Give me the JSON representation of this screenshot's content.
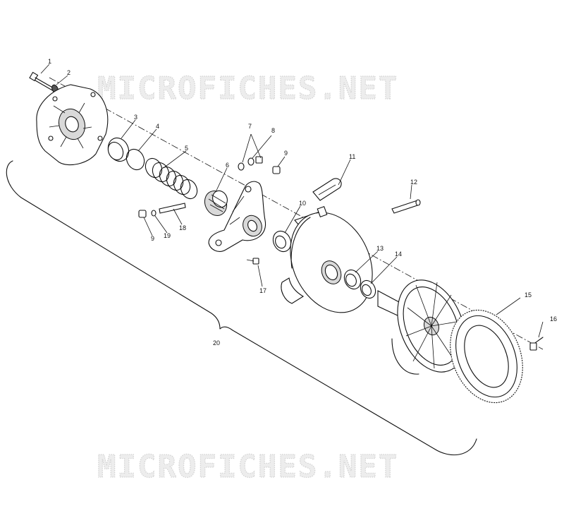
{
  "watermark": {
    "top": "MICROFICHES.NET",
    "bottom": "MICROFICHES.NET"
  },
  "callouts": [
    "1",
    "2",
    "3",
    "4",
    "5",
    "6",
    "7",
    "8",
    "9",
    "10",
    "11",
    "12",
    "13",
    "14",
    "15",
    "16",
    "17",
    "18",
    "19",
    "9",
    "20"
  ]
}
